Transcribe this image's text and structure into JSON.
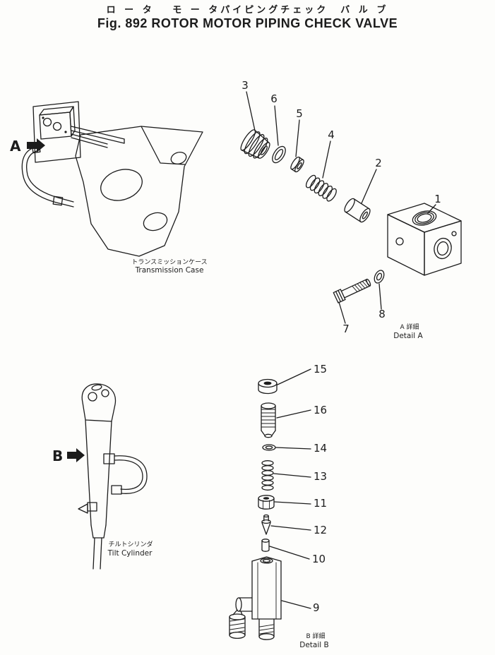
{
  "header": {
    "title_jp": "ロ ー タ　 モ ー タパイピングチェック　バ ル ブ",
    "title_en": "Fig. 892 ROTOR MOTOR PIPING CHECK VALVE"
  },
  "labels": {
    "view_a_arrow": "A",
    "view_b_arrow": "B",
    "transmission_jp": "トランスミッションケース",
    "transmission_en": "Transmission Case",
    "tilt_jp": "チルトシリンダ",
    "tilt_en": "Tilt Cylinder",
    "detail_a_jp": "A 詳細",
    "detail_a_en": "Detail A",
    "detail_b_jp": "B 詳細",
    "detail_b_en": "Detail B"
  },
  "parts": {
    "p1": "1",
    "p2": "2",
    "p3": "3",
    "p4": "4",
    "p5": "5",
    "p6": "6",
    "p7": "7",
    "p8": "8",
    "p9": "9",
    "p10": "10",
    "p11": "11",
    "p12": "12",
    "p13": "13",
    "p14": "14",
    "p15": "15",
    "p16": "16"
  },
  "colors": {
    "ink": "#1c1c1c",
    "paper": "#fdfdfb"
  }
}
